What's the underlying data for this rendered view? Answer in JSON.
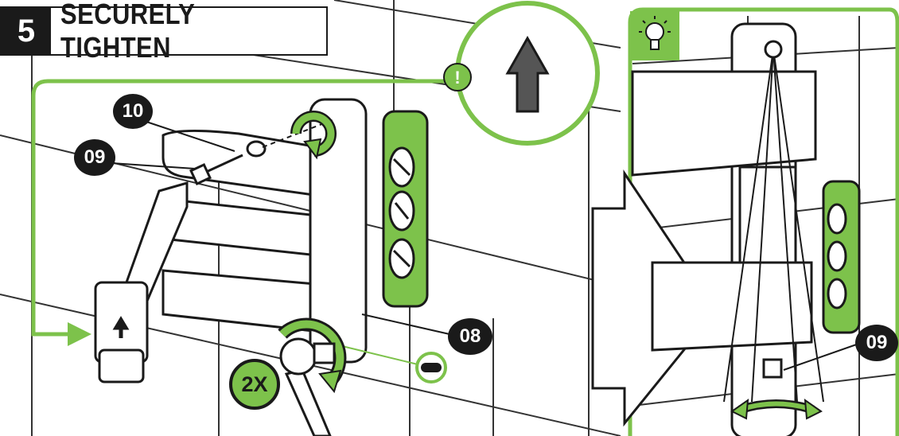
{
  "step": {
    "number": "5",
    "title": "SECURELY TIGHTEN"
  },
  "labels": {
    "part_10": "10",
    "part_09_left": "09",
    "part_08": "08",
    "part_09_right": "09"
  },
  "quantity": "2X",
  "colors": {
    "accent": "#7dc24b",
    "ink": "#1a1a1a",
    "wall_line": "#333333"
  },
  "icons": [
    "warning-icon",
    "up-arrow-icon",
    "lightbulb-tip-icon",
    "rotate-clockwise-icon",
    "double-arrow-icon",
    "level-icon",
    "wrench-icon"
  ]
}
